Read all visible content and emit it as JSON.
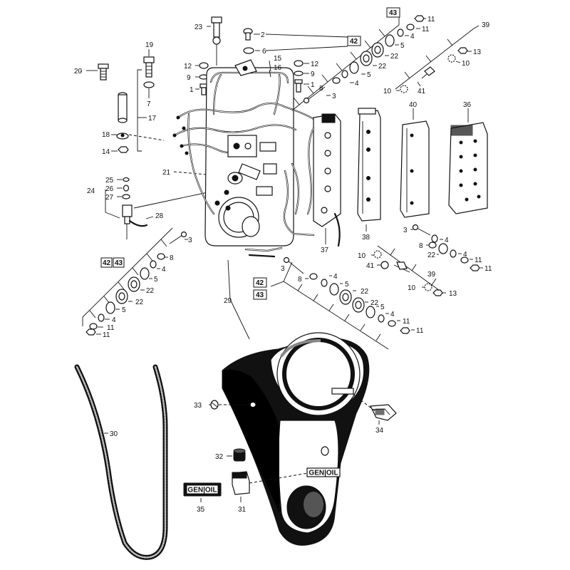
{
  "labels": {
    "p1": "1",
    "p2": "2",
    "p3": "3",
    "p4": "4",
    "p5": "5",
    "p6": "6",
    "p7": "7",
    "p8": "8",
    "p9": "9",
    "p10": "10",
    "p11": "11",
    "p12": "12",
    "p13": "13",
    "p14": "14",
    "p15": "15",
    "p16": "16",
    "p17": "17",
    "p18": "18",
    "p19": "19",
    "p20": "20",
    "p21": "21",
    "p22": "22",
    "p23": "23",
    "p24": "24",
    "p25": "25",
    "p26": "26",
    "p27": "27",
    "p28": "28",
    "p29": "29",
    "p30": "30",
    "p31": "31",
    "p32": "32",
    "p33": "33",
    "p34": "34",
    "p35": "35",
    "p36": "36",
    "p37": "37",
    "p38": "38",
    "p39": "39",
    "p40": "40",
    "p41": "41",
    "p42": "42",
    "p43": "43"
  },
  "decal_text": "GEN|OIL",
  "decal_text_panel": "GEN|OIL",
  "colors": {
    "ink": "#111111",
    "paper": "#ffffff"
  }
}
